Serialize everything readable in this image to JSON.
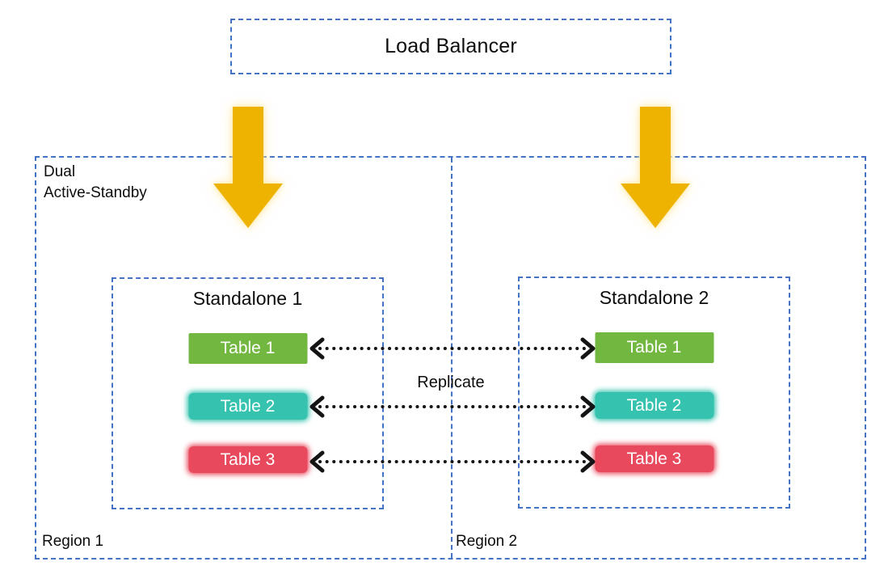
{
  "colors": {
    "border_blue": "#4472C4",
    "arrow_gold": "#EEB300",
    "dotted_arrow_black": "#141414",
    "table_green": "#72B840",
    "table_teal": "#35C2AE",
    "table_red": "#E8495D",
    "table_text": "#FFFFFF"
  },
  "load_balancer": {
    "label": "Load Balancer"
  },
  "cluster": {
    "label": "Dual\nActive-Standby"
  },
  "regions": [
    {
      "label": "Region 1"
    },
    {
      "label": "Region 2"
    }
  ],
  "standalones": [
    {
      "title": "Standalone 1",
      "tables": [
        {
          "label": "Table 1",
          "color": "#72B840",
          "glow": false
        },
        {
          "label": "Table 2",
          "color": "#35C2AE",
          "glow": true
        },
        {
          "label": "Table 3",
          "color": "#E8495D",
          "glow": true
        }
      ]
    },
    {
      "title": "Standalone 2",
      "tables": [
        {
          "label": "Table 1",
          "color": "#72B840",
          "glow": false
        },
        {
          "label": "Table 2",
          "color": "#35C2AE",
          "glow": true
        },
        {
          "label": "Table 3",
          "color": "#E8495D",
          "glow": true
        }
      ]
    }
  ],
  "replicate": {
    "label": "Replicate"
  }
}
